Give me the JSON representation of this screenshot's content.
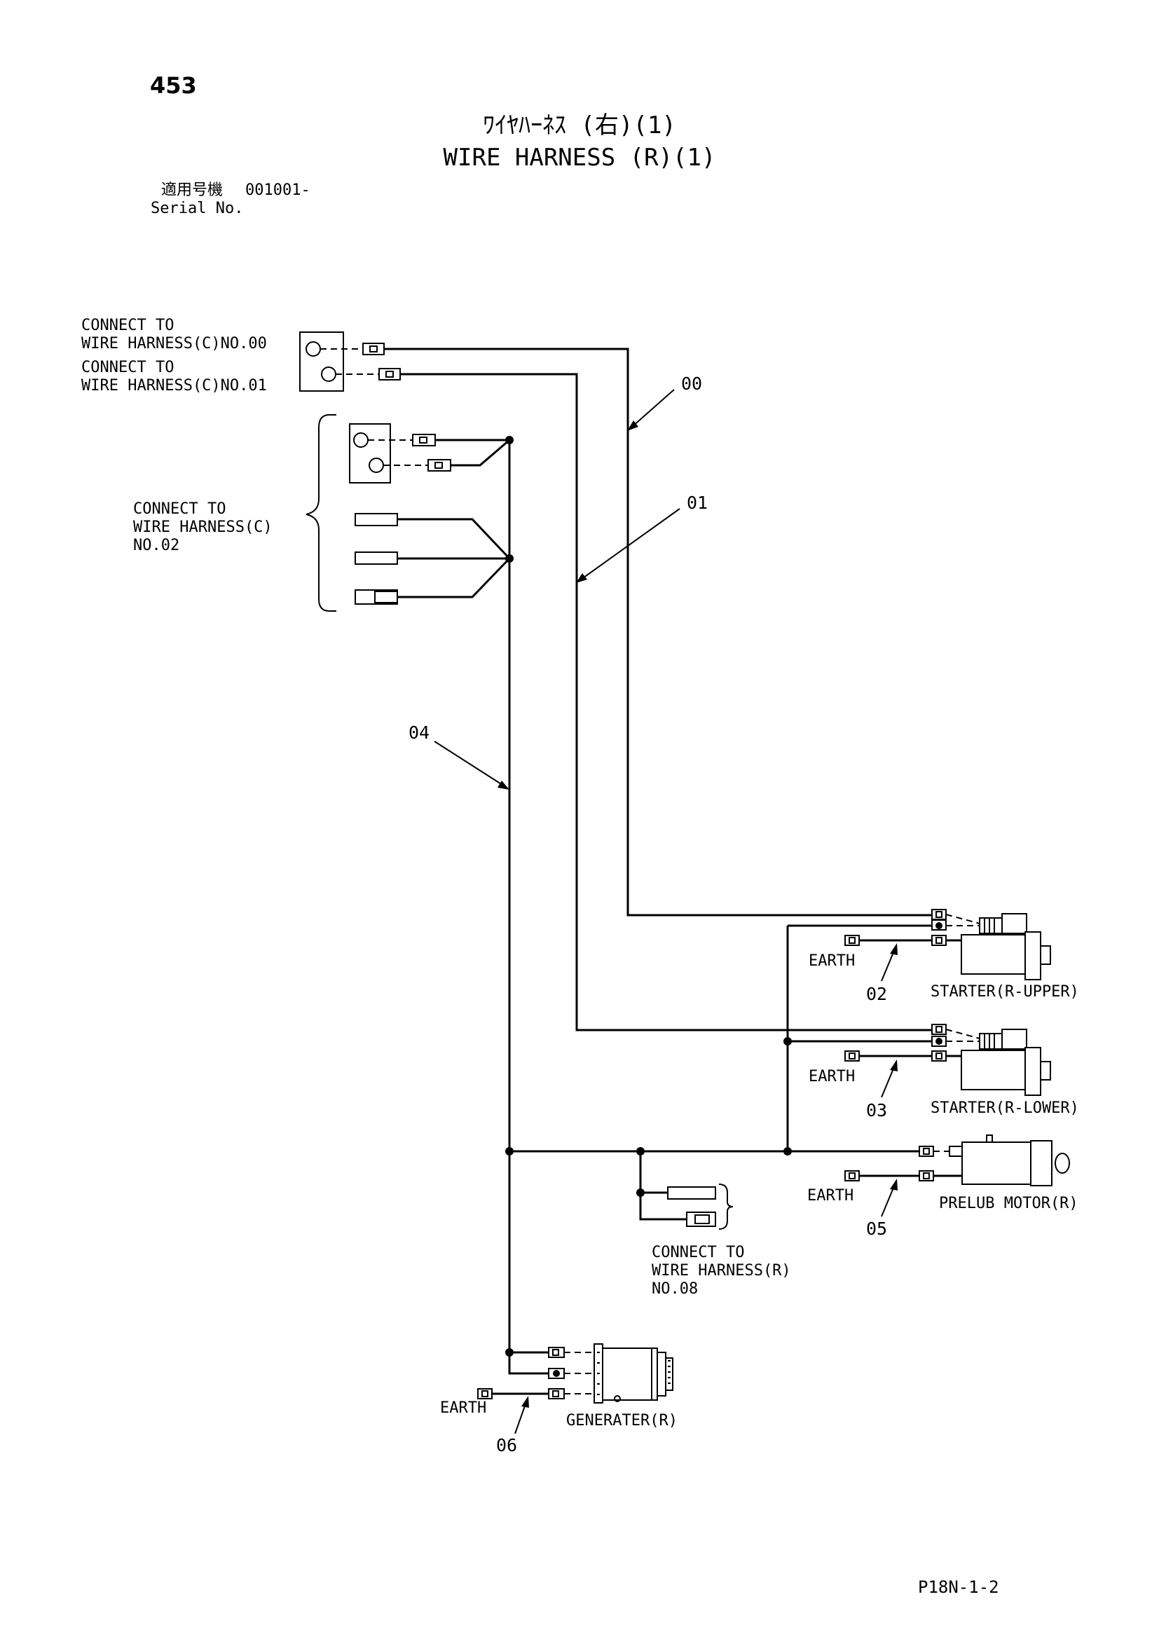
{
  "page_number": "453",
  "title_jp": "ﾜｲﾔﾊｰﾈｽ (右)(1)",
  "title_en": "WIRE HARNESS (R)(1)",
  "serial": {
    "label_jp": "適用号機",
    "value": "001001-",
    "label_en": "Serial No."
  },
  "connectors": {
    "c00": [
      "CONNECT TO",
      "WIRE HARNESS(C)NO.00"
    ],
    "c01": [
      "CONNECT TO",
      "WIRE HARNESS(C)NO.01"
    ],
    "c02": [
      "CONNECT TO",
      "WIRE HARNESS(C)",
      "NO.02"
    ],
    "c08": [
      "CONNECT TO",
      "WIRE HARNESS(R)",
      "NO.08"
    ]
  },
  "wire_numbers": {
    "w00": "00",
    "w01": "01",
    "w02": "02",
    "w03": "03",
    "w04": "04",
    "w05": "05",
    "w06": "06"
  },
  "earth_label": "EARTH",
  "components": {
    "starter_upper": "STARTER(R-UPPER)",
    "starter_lower": "STARTER(R-LOWER)",
    "prelub_motor": "PRELUB MOTOR(R)",
    "generator": "GENERATER(R)"
  },
  "footer_code": "P18N-1-2"
}
